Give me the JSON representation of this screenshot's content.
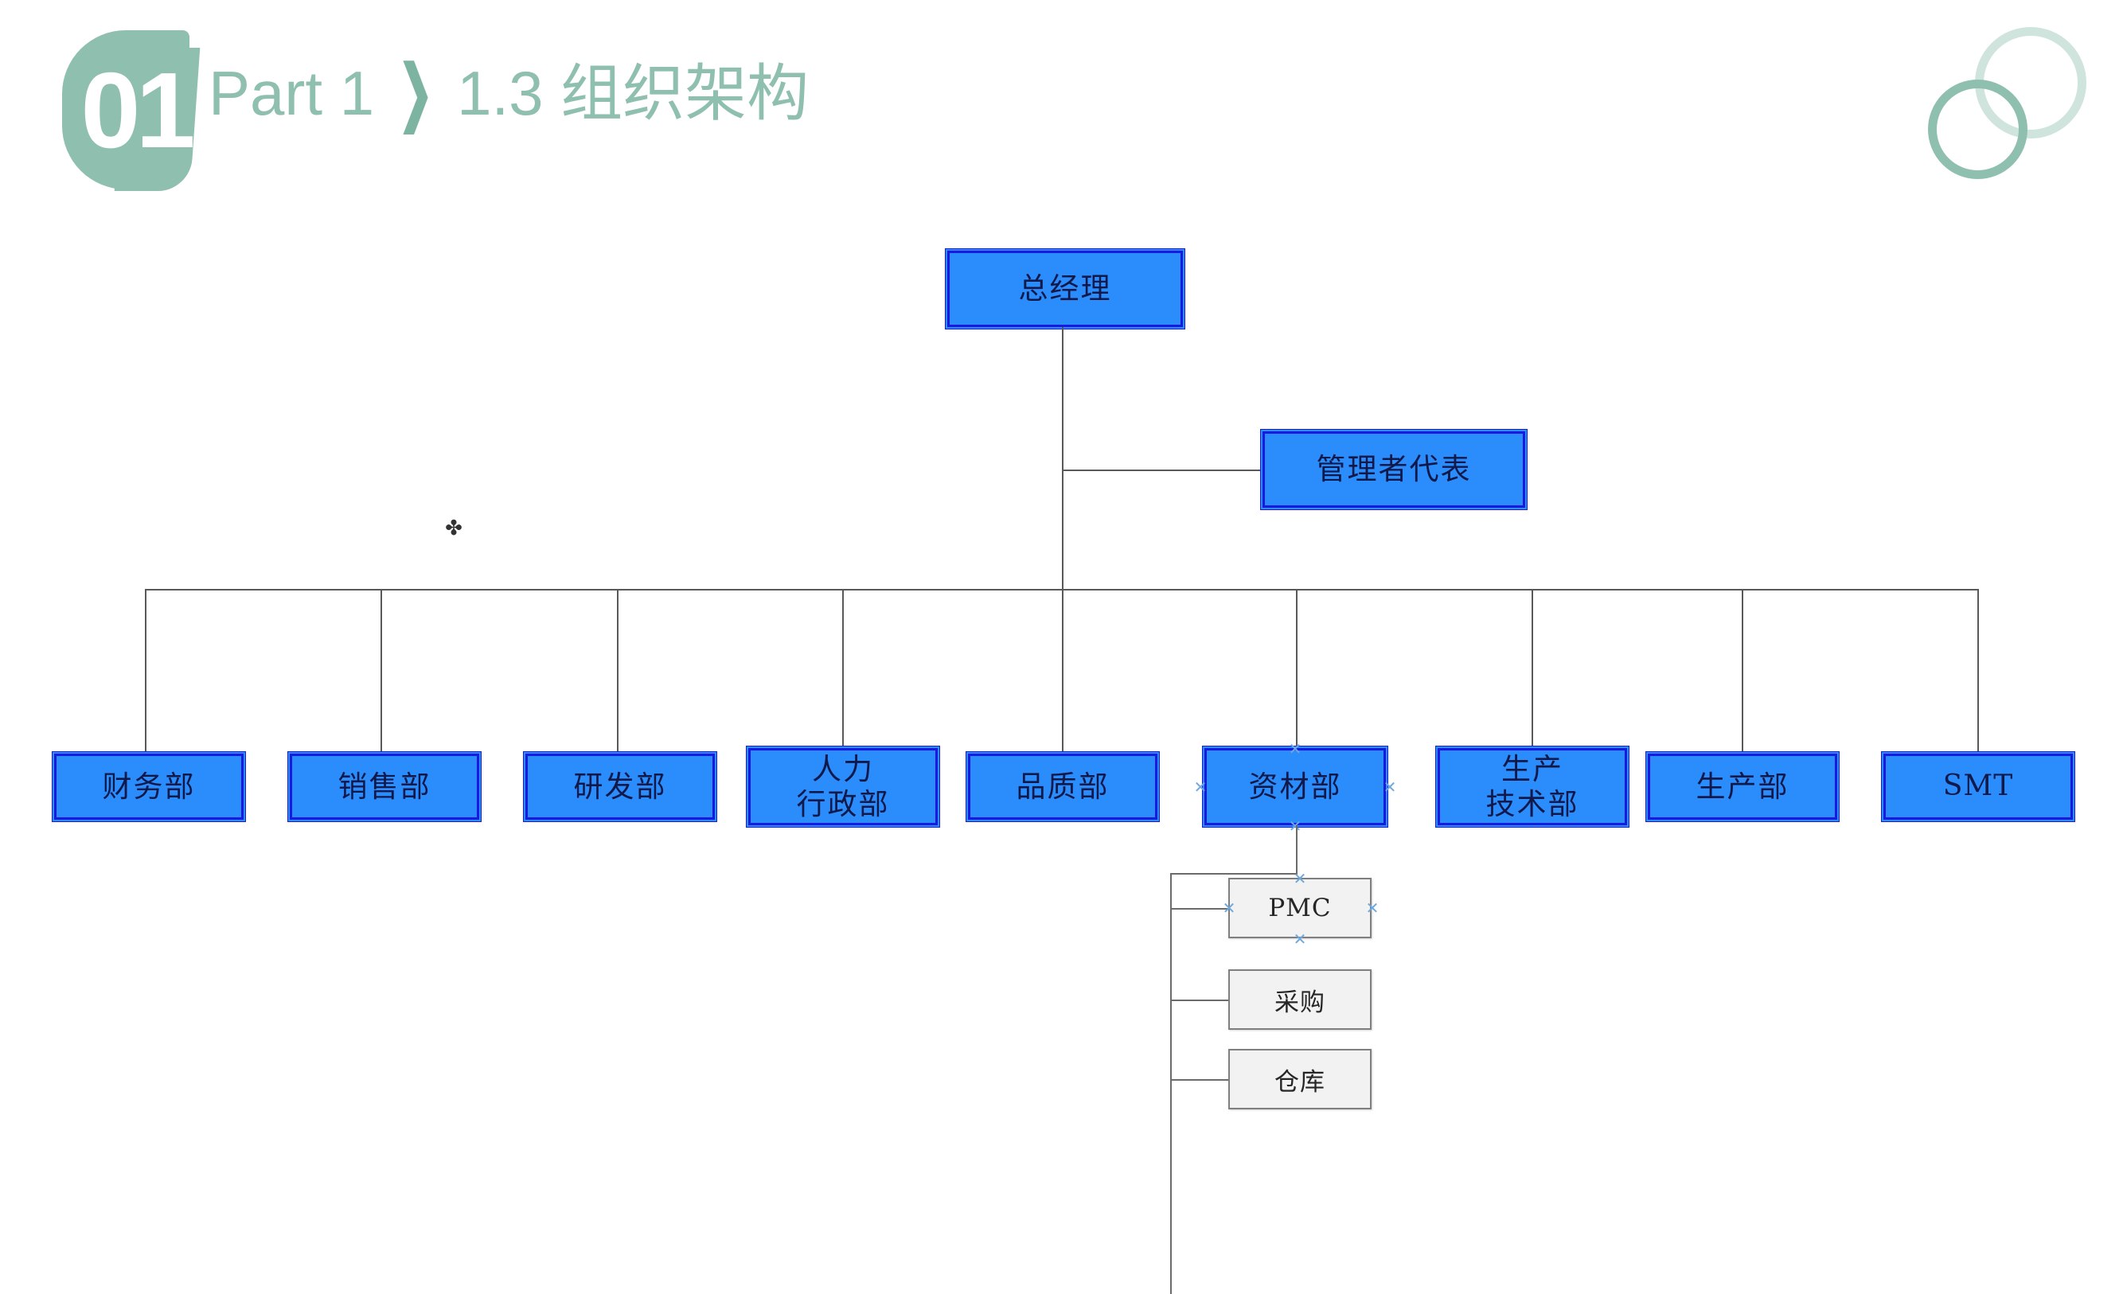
{
  "header": {
    "badge_number": "01",
    "part_label": "Part 1",
    "separator": "❯",
    "section_title": "1.3 组织架构",
    "accent_color": "#8fbfae",
    "ring_light_color": "#cfe4dc",
    "ring_dark_color": "#8fbfae"
  },
  "chart_data": {
    "type": "diagram",
    "title": "1.3 组织架构",
    "node_fill_primary": "#2b8cfb",
    "node_border_primary": "#1a19e0",
    "node_fill_secondary": "#f2f2f2",
    "node_border_secondary": "#7f7f7f",
    "connector_color": "#595959",
    "root": {
      "label": "总经理",
      "level": 0
    },
    "staff": {
      "label": "管理者代表",
      "level": 1,
      "attached_to": "总经理"
    },
    "departments": [
      {
        "label": "财务部",
        "lines": [
          "财务部"
        ],
        "selected": false
      },
      {
        "label": "销售部",
        "lines": [
          "销售部"
        ],
        "selected": false
      },
      {
        "label": "研发部",
        "lines": [
          "研发部"
        ],
        "selected": false
      },
      {
        "label": "人力行政部",
        "lines": [
          "人力",
          "行政部"
        ],
        "selected": false
      },
      {
        "label": "品质部",
        "lines": [
          "品质部"
        ],
        "selected": false
      },
      {
        "label": "资材部",
        "lines": [
          "资材部"
        ],
        "selected": true
      },
      {
        "label": "生产技术部",
        "lines": [
          "生产",
          "技术部"
        ],
        "selected": false
      },
      {
        "label": "生产部",
        "lines": [
          "生产部"
        ],
        "selected": false
      },
      {
        "label": "SMT",
        "lines": [
          "SMT"
        ],
        "selected": false
      }
    ],
    "sub_departments": {
      "parent": "资材部",
      "items": [
        {
          "label": "PMC",
          "selected": true
        },
        {
          "label": "采购",
          "selected": false
        },
        {
          "label": "仓库",
          "selected": false
        }
      ]
    },
    "handle_glyph": "✕",
    "cursor_glyph": "✤"
  }
}
